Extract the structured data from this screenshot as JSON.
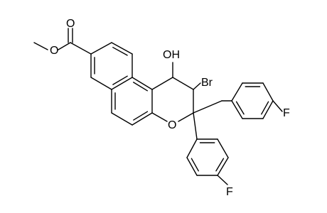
{
  "molecule": {
    "atoms": {
      "hydroxyl": "OH",
      "bromine": "Br",
      "ring_oxygen": "O",
      "fluorine_top": "F",
      "fluorine_bottom": "F",
      "ester_carbonyl_oxygen": "O",
      "ester_ether_oxygen": "O"
    }
  }
}
